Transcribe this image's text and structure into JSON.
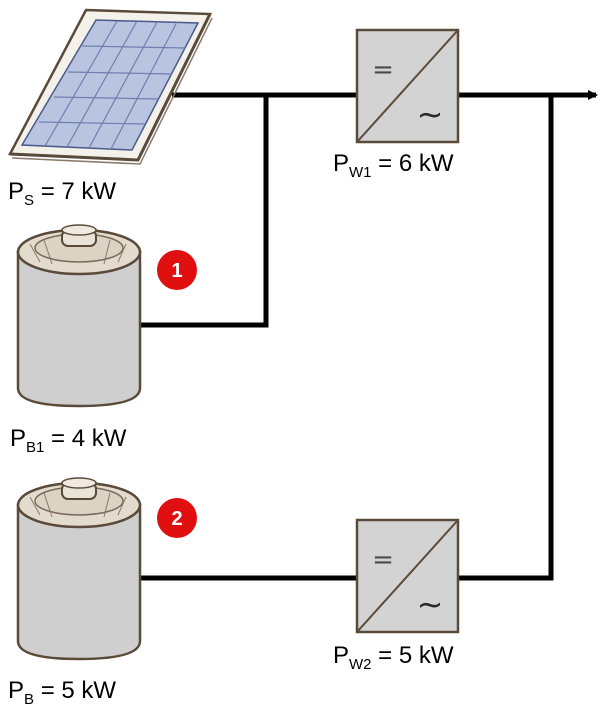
{
  "components": {
    "solar": {
      "p": "P",
      "sub": "S",
      "rest": " = 7 kW"
    },
    "inverter1": {
      "p": "P",
      "sub": "W1",
      "rest": " = 6 kW",
      "dc_symbol": "=",
      "ac_symbol": "~"
    },
    "battery1": {
      "p": "P",
      "sub": "B1",
      "rest": " = 4 kW",
      "badge": "1"
    },
    "battery2": {
      "p": "P",
      "sub": "B",
      "rest": " = 5 kW",
      "badge": "2"
    },
    "inverter2": {
      "p": "P",
      "sub": "W2",
      "rest": " = 5 kW",
      "dc_symbol": "=",
      "ac_symbol": "~"
    }
  },
  "colors": {
    "line": "#000000",
    "badge": "#e01010",
    "inverter_fill": "#d3d3d3",
    "battery_fill": "#cfcfcf",
    "panel_cell": "#b9c4e0",
    "panel_frame": "#f4f1ea",
    "sketch": "#5a4a3a"
  }
}
